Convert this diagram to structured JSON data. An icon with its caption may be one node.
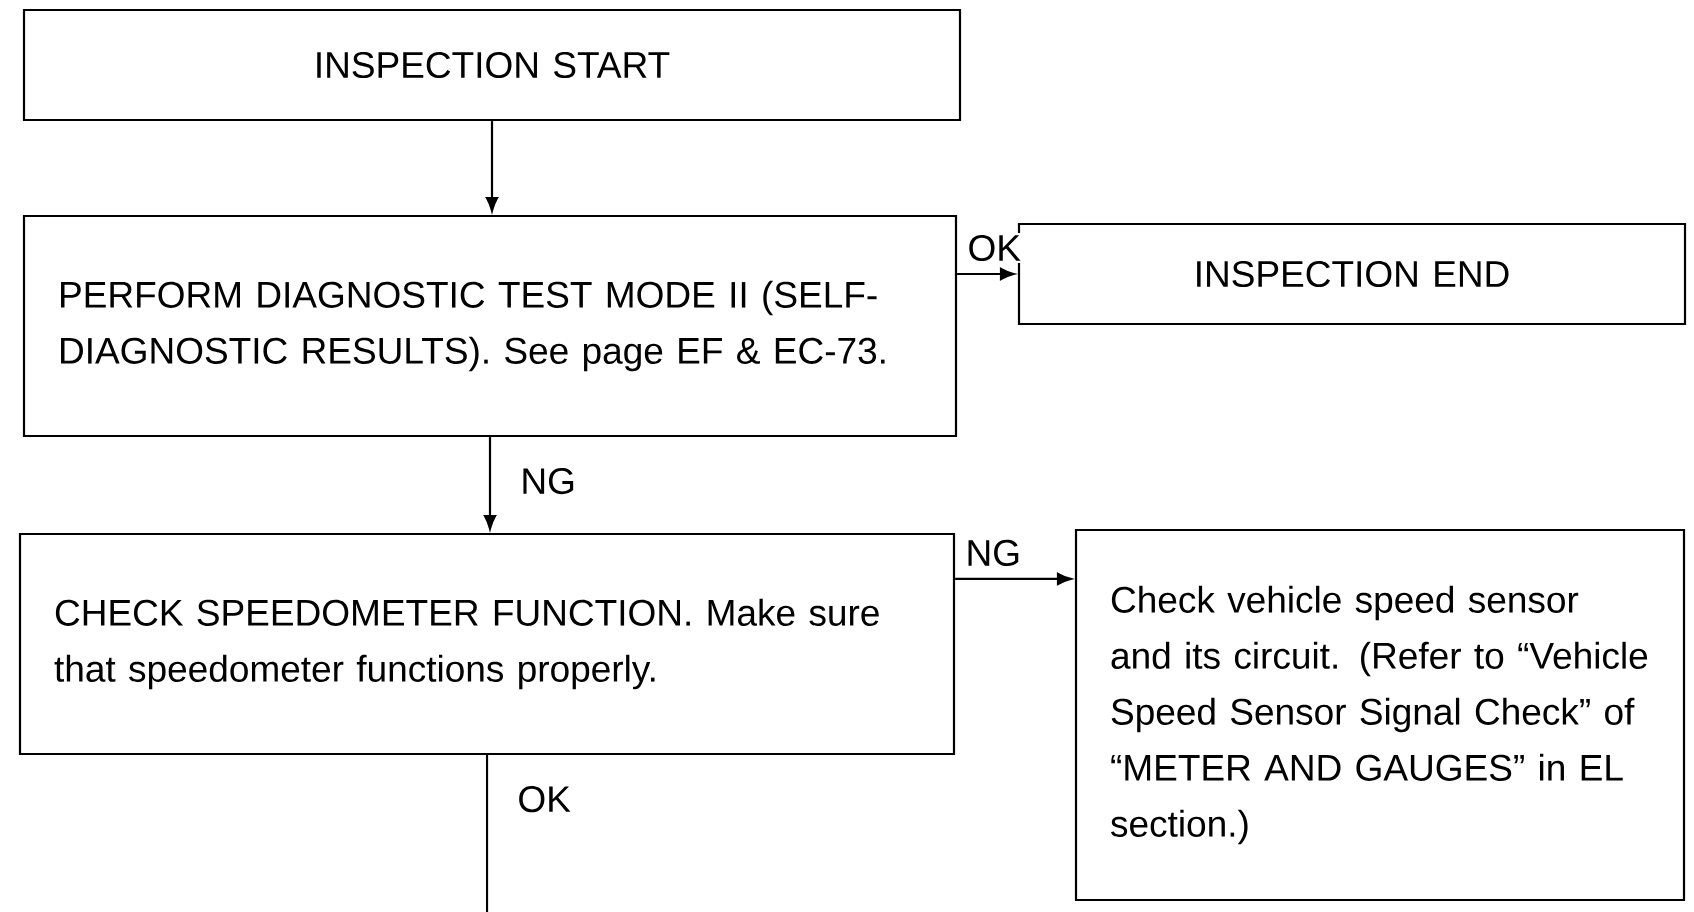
{
  "diagram": {
    "nodes": [
      {
        "text": [
          "INSPECTION START"
        ]
      },
      {
        "text": [
          "PERFORM DIAGNOSTIC TEST MODE II (SELF-DIAGNOSTIC RESULTS). See page EF & EC-73."
        ]
      },
      {
        "text": [
          "INSPECTION END"
        ]
      },
      {
        "text": [
          "CHECK SPEEDOMETER FUNCTION. Make sure that speedometer functions properly."
        ]
      },
      {
        "text": [
          "Check vehicle speed sensor and its circuit. (Refer to “Vehicle Speed Sensor Signal Check” of “METER AND GAUGES” in EL section.)"
        ]
      }
    ],
    "edges": [
      {
        "from": 0,
        "to": 1,
        "arrow": "to"
      },
      {
        "from": 1,
        "to": 2,
        "arrow": "to",
        "label": "OK"
      },
      {
        "from": 1,
        "to": 3,
        "arrow": "to",
        "label": "NG"
      },
      {
        "from": 3,
        "to": 4,
        "arrow": "to",
        "label": "NG"
      },
      {
        "from": 3,
        "to": null,
        "arrow": "none",
        "label": "OK"
      }
    ]
  }
}
